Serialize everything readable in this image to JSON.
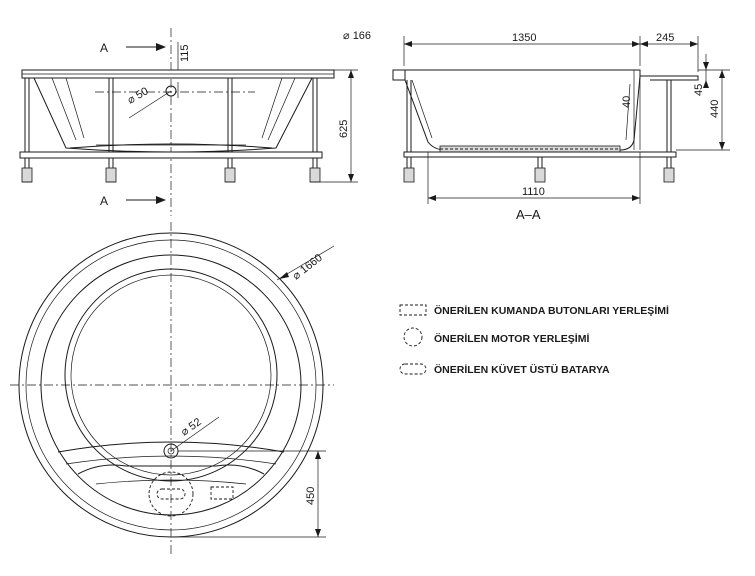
{
  "front_view": {
    "dim_height": "625",
    "dim_pipe": "115",
    "dim_drain": "50",
    "section_marker_top": "A",
    "section_marker_bottom": "A"
  },
  "section_view": {
    "dim_diameter_top": "166",
    "dim_width": "1350",
    "dim_rim": "245",
    "dim_rim_height": "45",
    "dim_height": "440",
    "dim_wall": "40",
    "dim_bottom": "1110",
    "label": "A–A"
  },
  "plan_view": {
    "dim_outer_diameter": "1660",
    "dim_drain": "52",
    "dim_offset": "450"
  },
  "legend": {
    "items": [
      {
        "symbol": "rect-icon",
        "label": "ÖNERİLEN KUMANDA BUTONLARI YERLEŞİMİ"
      },
      {
        "symbol": "circle-icon",
        "label": "ÖNERİLEN MOTOR YERLEŞİMİ"
      },
      {
        "symbol": "rounded-rect-icon",
        "label": "ÖNERİLEN KÜVET ÜSTÜ BATARYA"
      }
    ]
  }
}
